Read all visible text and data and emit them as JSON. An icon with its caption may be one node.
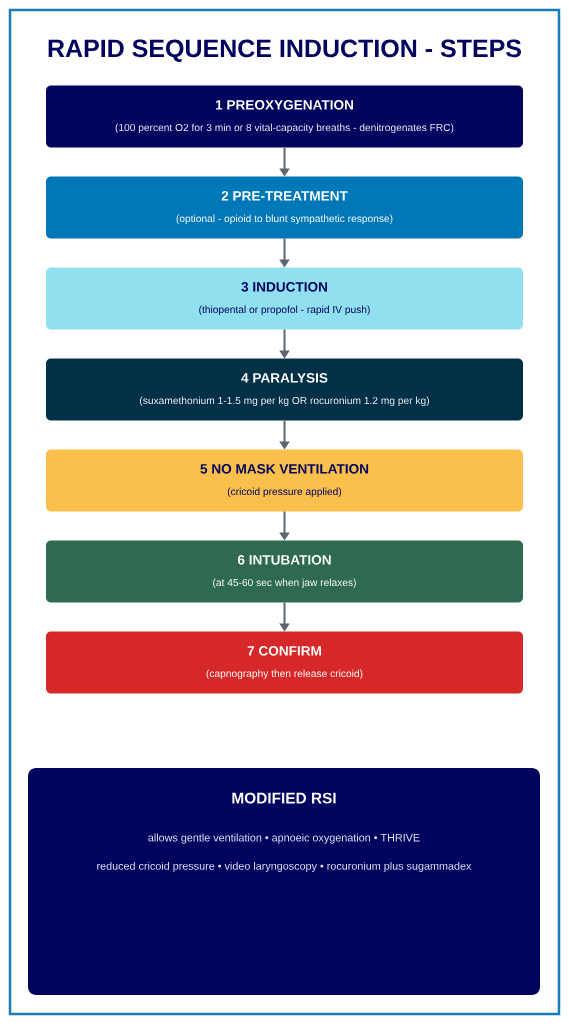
{
  "diagram": {
    "title": "RAPID SEQUENCE INDUCTION - STEPS",
    "nodes": [
      {
        "text": [
          "1 PREOXYGENATION",
          "(100 percent O2 for 3 min or 8 vital-capacity breaths - denitrogenates FRC)"
        ]
      },
      {
        "text": [
          "2 PRE-TREATMENT",
          "(optional - opioid to blunt sympathetic response)"
        ]
      },
      {
        "text": [
          "3 INDUCTION",
          "(thiopental or propofol - rapid IV push)"
        ]
      },
      {
        "text": [
          "4 PARALYSIS",
          "(suxamethonium 1-1.5 mg per kg OR rocuronium 1.2 mg per kg)"
        ]
      },
      {
        "text": [
          "5 NO MASK VENTILATION",
          "(cricoid pressure applied)"
        ]
      },
      {
        "text": [
          "6 INTUBATION",
          "(at 45-60 sec when jaw relaxes)"
        ]
      },
      {
        "text": [
          "7 CONFIRM",
          "(capnography then release cricoid)"
        ]
      },
      {
        "text": [
          "MODIFIED RSI",
          "allows gentle ventilation • apnoeic oxygenation • THRIVE",
          "reduced cricoid pressure • video laryngoscopy • rocuronium plus sugammadex"
        ]
      }
    ],
    "edges": [
      {
        "from": 0,
        "to": 1,
        "arrow": "to"
      },
      {
        "from": 1,
        "to": 2,
        "arrow": "to"
      },
      {
        "from": 2,
        "to": 3,
        "arrow": "to"
      },
      {
        "from": 3,
        "to": 4,
        "arrow": "to"
      },
      {
        "from": 4,
        "to": 5,
        "arrow": "to"
      },
      {
        "from": 5,
        "to": 6,
        "arrow": "to"
      }
    ]
  }
}
